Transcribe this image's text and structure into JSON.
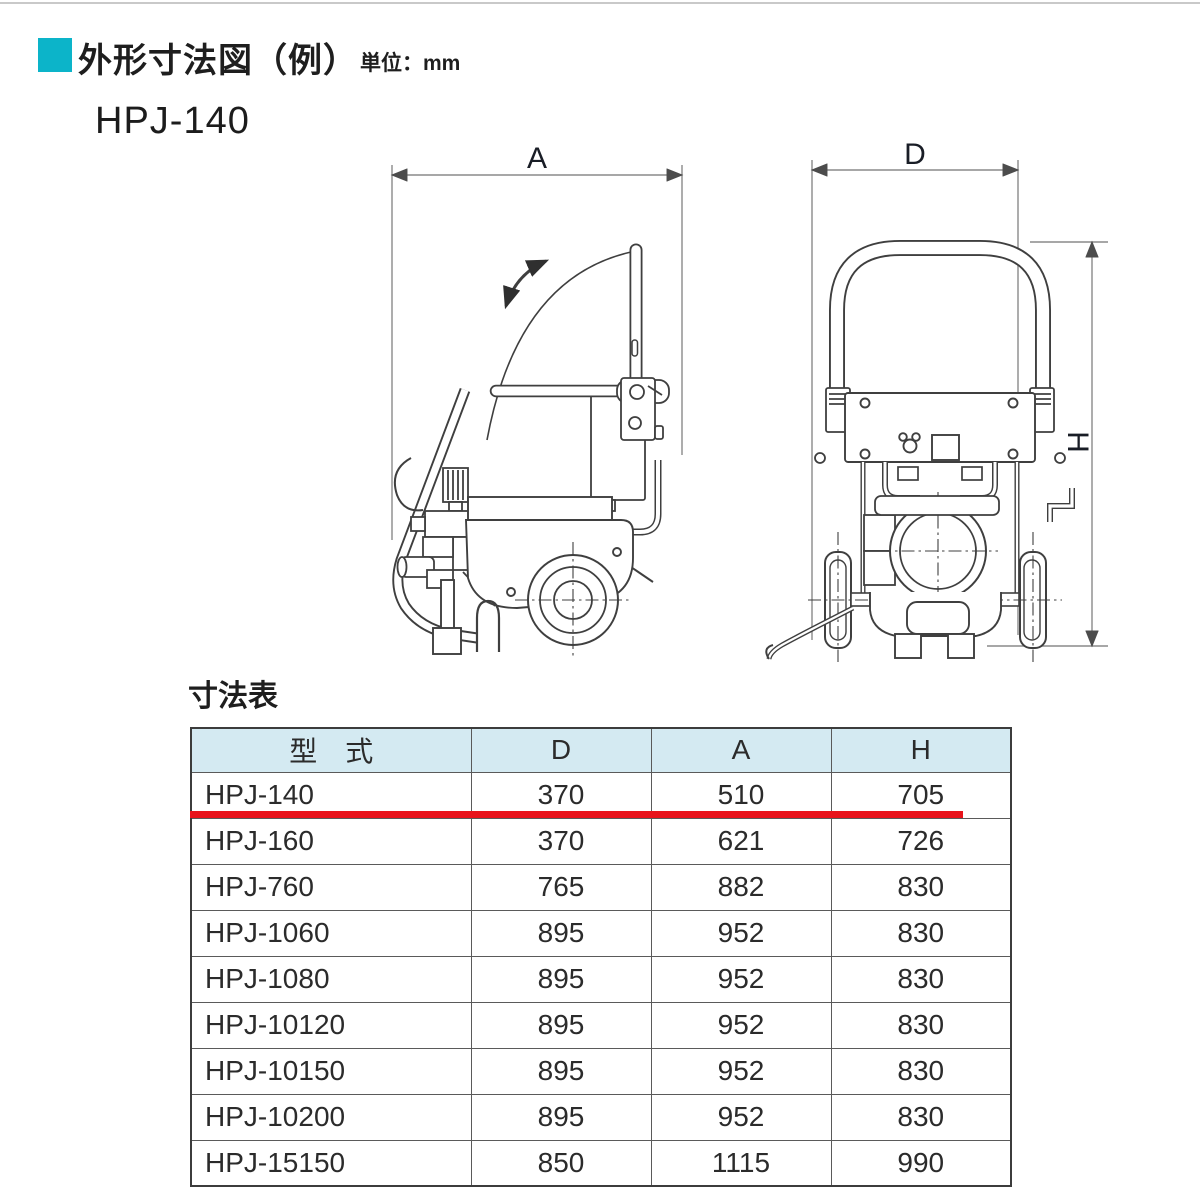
{
  "page": {
    "section_title": "外形寸法図（例）",
    "unit_label": "単位：mm",
    "model_title": "HPJ-140",
    "table_title": "寸法表"
  },
  "diagram": {
    "side_view": {
      "dim_width": "A"
    },
    "front_view": {
      "dim_depth": "D",
      "dim_height": "H"
    }
  },
  "table": {
    "headers": [
      "型　式",
      "D",
      "A",
      "H"
    ],
    "rows": [
      {
        "model": "HPJ-140",
        "d": "370",
        "a": "510",
        "h": "705",
        "highlight": true
      },
      {
        "model": "HPJ-160",
        "d": "370",
        "a": "621",
        "h": "726",
        "highlight": false
      },
      {
        "model": "HPJ-760",
        "d": "765",
        "a": "882",
        "h": "830",
        "highlight": false
      },
      {
        "model": "HPJ-1060",
        "d": "895",
        "a": "952",
        "h": "830",
        "highlight": false
      },
      {
        "model": "HPJ-1080",
        "d": "895",
        "a": "952",
        "h": "830",
        "highlight": false
      },
      {
        "model": "HPJ-10120",
        "d": "895",
        "a": "952",
        "h": "830",
        "highlight": false
      },
      {
        "model": "HPJ-10150",
        "d": "895",
        "a": "952",
        "h": "830",
        "highlight": false
      },
      {
        "model": "HPJ-10200",
        "d": "895",
        "a": "952",
        "h": "830",
        "highlight": false
      },
      {
        "model": "HPJ-15150",
        "d": "850",
        "a": "1115",
        "h": "990",
        "highlight": false
      }
    ]
  },
  "colors": {
    "accent": "#0cb4c9",
    "table_header_bg": "#d4eaf2",
    "highlight_red": "#e8131b"
  }
}
